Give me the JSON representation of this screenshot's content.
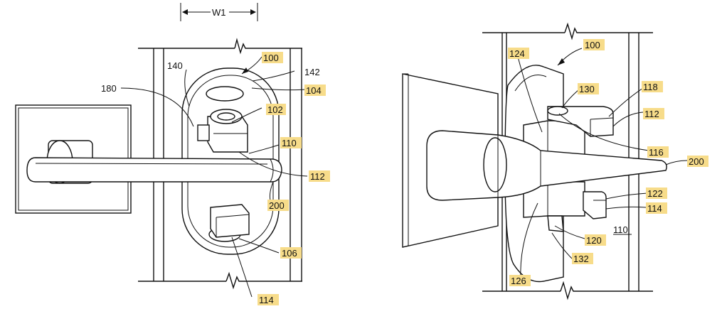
{
  "dimension": {
    "label": "W1"
  },
  "left_view": {
    "labels": {
      "l100": "100",
      "l140": "140",
      "l142": "142",
      "l180": "180",
      "l104": "104",
      "l102": "102",
      "l110": "110",
      "l112": "112",
      "l200": "200",
      "l106": "106",
      "l114": "114"
    }
  },
  "right_view": {
    "labels": {
      "l124": "124",
      "l100": "100",
      "l130": "130",
      "l118": "118",
      "l112": "112",
      "l116": "116",
      "l200": "200",
      "l122": "122",
      "l114": "114",
      "l110": "110",
      "l120": "120",
      "l132": "132",
      "l126": "126"
    }
  }
}
